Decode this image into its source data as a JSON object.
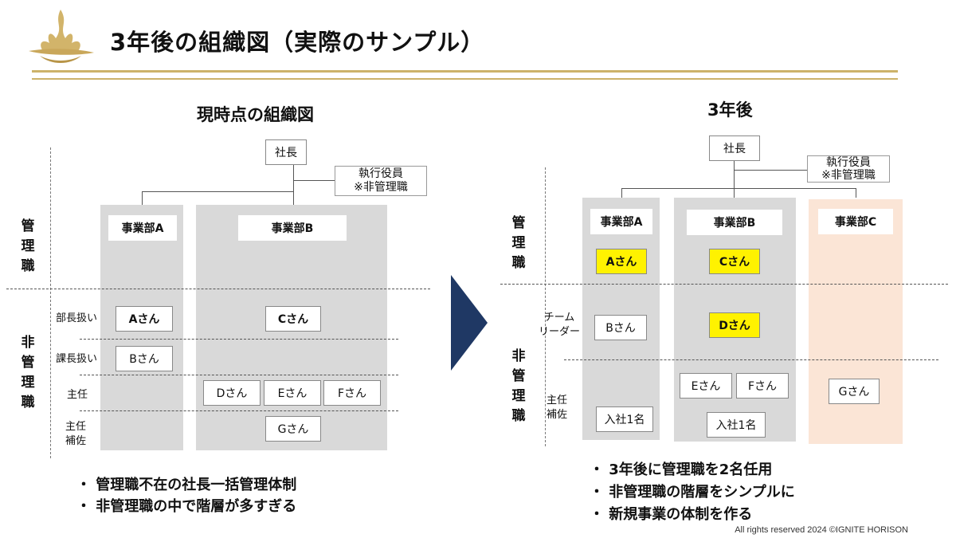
{
  "title": "3年後の組織図（実際のサンプル）",
  "colors": {
    "gold": "#cdb36a",
    "navy": "#1f3864",
    "gray_col": "#d9d9d9",
    "peach_col": "#fbe5d6",
    "highlight": "#fff200"
  },
  "icons": {
    "logo": "gold-flame-logo-icon",
    "arrow": "navy-chevron-arrow-icon"
  },
  "left": {
    "heading": "現時点の組織図",
    "president": "社長",
    "executive": [
      "執行役員",
      "※非管理職"
    ],
    "label_mgmt": [
      "管",
      "理",
      "職"
    ],
    "label_nonmgmt": [
      "非",
      "管",
      "理",
      "職"
    ],
    "row_labels": {
      "bucho": "部長扱い",
      "kacho": "課長扱い",
      "shunin": "主任",
      "hosa": [
        "主任",
        "補佐"
      ]
    },
    "dept_a": {
      "name": "事業部A",
      "members": [
        "Aさん",
        "Bさん"
      ]
    },
    "dept_b": {
      "name": "事業部B",
      "members": [
        "Cさん",
        "Dさん",
        "Eさん",
        "Fさん",
        "Gさん"
      ]
    },
    "bullets": [
      "・ 管理職不在の社長一括管理体制",
      "・ 非管理職の中で階層が多すぎる"
    ]
  },
  "right": {
    "heading": "3年後",
    "president": "社長",
    "executive": [
      "執行役員",
      "※非管理職"
    ],
    "label_mgmt": [
      "管",
      "理",
      "職"
    ],
    "label_nonmgmt": [
      "非",
      "管",
      "理",
      "職"
    ],
    "row_labels": {
      "leader": [
        "チーム",
        "リーダー"
      ],
      "hosa": [
        "主任",
        "補佐"
      ]
    },
    "dept_a": {
      "name": "事業部A",
      "members": [
        "Aさん",
        "Bさん",
        "入社1名"
      ]
    },
    "dept_b": {
      "name": "事業部B",
      "members": [
        "Cさん",
        "Dさん",
        "Eさん",
        "Fさん",
        "入社1名"
      ]
    },
    "dept_c": {
      "name": "事業部C",
      "members": [
        "Gさん"
      ]
    },
    "bullets": [
      "・ 3年後に管理職を2名任用",
      "・ 非管理職の階層をシンプルに",
      "・ 新規事業の体制を作る"
    ]
  },
  "copyright": "All rights reserved 2024 ©IGNITE HORISON"
}
